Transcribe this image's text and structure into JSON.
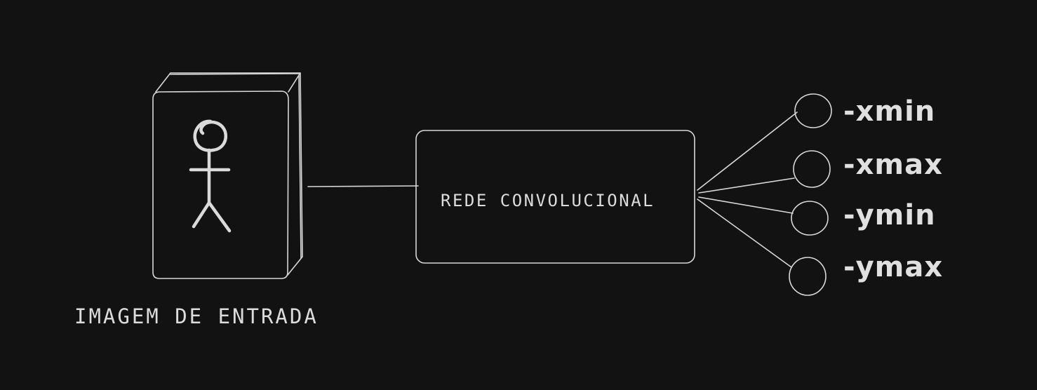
{
  "input": {
    "label": "IMAGEM DE ENTRADA",
    "icon": "stick-figure-icon"
  },
  "network": {
    "label": "REDE CONVOLUCIONAL"
  },
  "outputs": [
    {
      "label": "-xmin"
    },
    {
      "label": "-xmax"
    },
    {
      "label": "-ymin"
    },
    {
      "label": "-ymax"
    }
  ],
  "colors": {
    "background": "#121212",
    "stroke": "#dddddd"
  }
}
